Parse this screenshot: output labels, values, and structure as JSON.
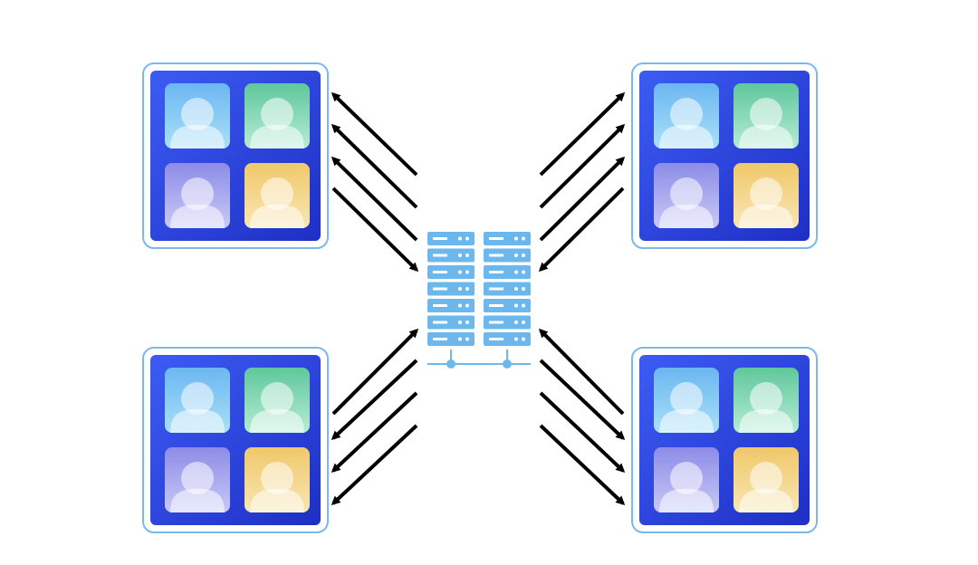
{
  "diagram": {
    "type": "network-topology",
    "center_node": {
      "icon": "server-rack-icon",
      "racks": 2,
      "units_per_rack": 7
    },
    "client_nodes": [
      {
        "id": "top-left",
        "icon": "video-conference-grid-icon",
        "participants": 4
      },
      {
        "id": "top-right",
        "icon": "video-conference-grid-icon",
        "participants": 4
      },
      {
        "id": "bottom-left",
        "icon": "video-conference-grid-icon",
        "participants": 4
      },
      {
        "id": "bottom-right",
        "icon": "video-conference-grid-icon",
        "participants": 4
      }
    ],
    "connections": [
      {
        "from": "top-left",
        "arrows": [
          "to-client",
          "to-client",
          "to-client",
          "to-server"
        ]
      },
      {
        "from": "top-right",
        "arrows": [
          "to-client",
          "to-client",
          "to-client",
          "to-server"
        ]
      },
      {
        "from": "bottom-left",
        "arrows": [
          "to-server",
          "to-client",
          "to-client",
          "to-client"
        ]
      },
      {
        "from": "bottom-right",
        "arrows": [
          "to-server",
          "to-client",
          "to-client",
          "to-client"
        ]
      }
    ],
    "colors": {
      "panel_border": "#7bb8ee",
      "panel_bg_top": "#3a55f0",
      "panel_bg_bottom": "#1f33c8",
      "tile_blue": "#7cc3f3",
      "tile_green": "#6fcfa8",
      "tile_purple": "#a6a3f0",
      "tile_yellow": "#f3d484",
      "server": "#6cb8ec",
      "arrow": "#000000"
    }
  }
}
